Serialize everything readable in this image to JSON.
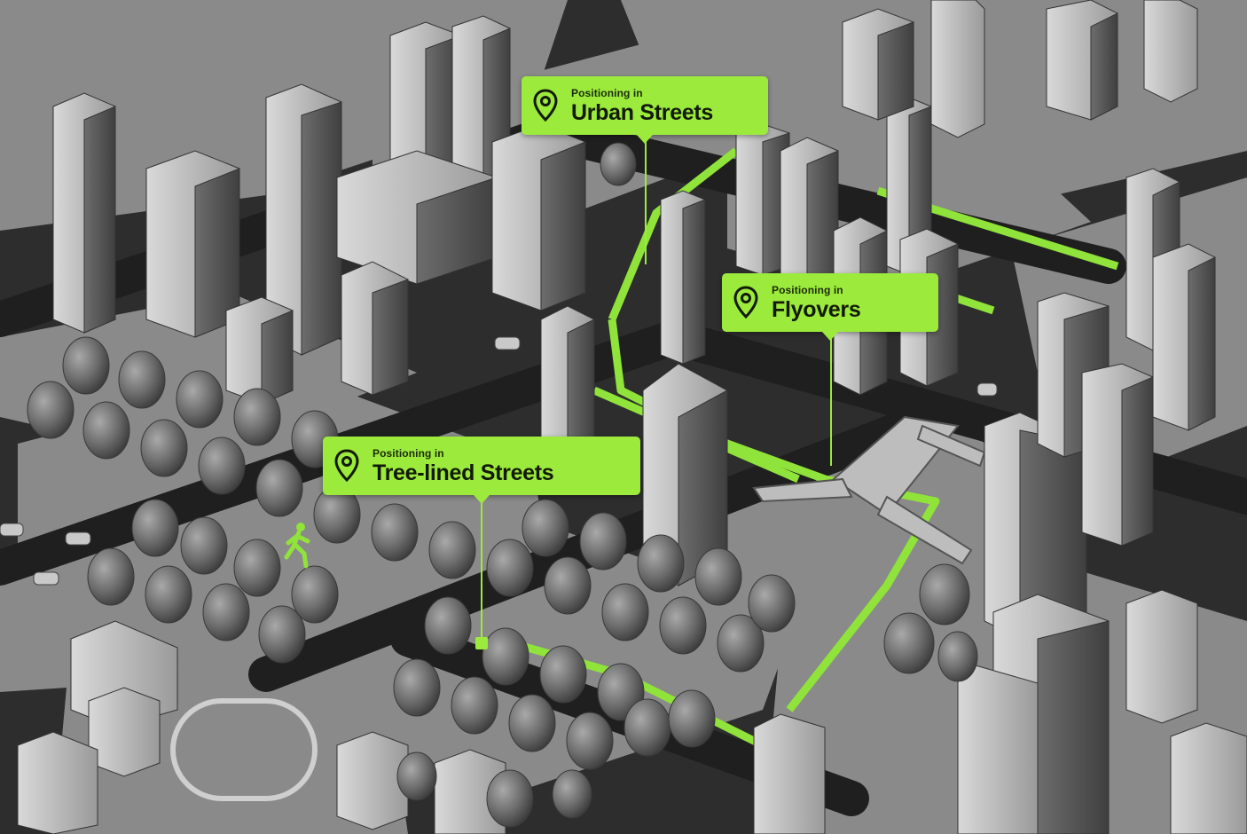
{
  "callouts": [
    {
      "id": "urban",
      "prefix": "Positioning in",
      "title": "Urban Streets",
      "icon": "location-pin-icon"
    },
    {
      "id": "flyovers",
      "prefix": "Positioning in",
      "title": "Flyovers",
      "icon": "location-pin-icon"
    },
    {
      "id": "tree",
      "prefix": "Positioning in",
      "title": "Tree-lined Streets",
      "icon": "location-pin-icon"
    }
  ],
  "colors": {
    "accent": "#9bea3c",
    "road": "#2b2b2b",
    "ground": "#8e8e8e",
    "building": "#a8a8a8",
    "tree": "#6e6e6e"
  },
  "scene": {
    "type": "isometric-city-illustration",
    "figure_icon": "pedestrian-icon"
  }
}
